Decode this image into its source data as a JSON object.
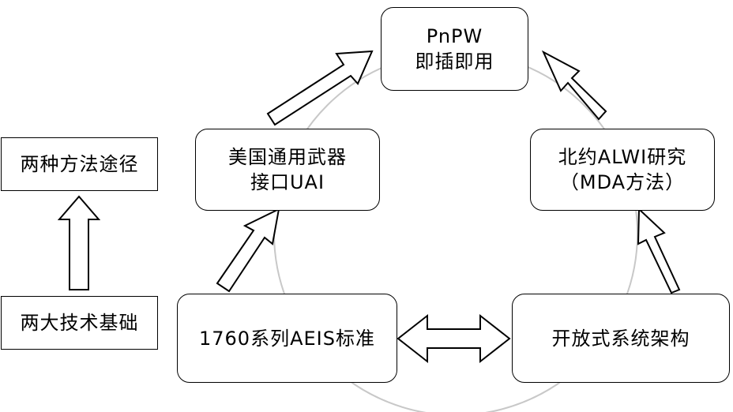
{
  "diagram": {
    "nodes": {
      "pnpw": {
        "line1": "PnPW",
        "line2": "即插即用"
      },
      "uai": {
        "line1": "美国通用武器",
        "line2": "接口UAI"
      },
      "alwi": {
        "line1": "北约ALWI研究",
        "line2": "（MDA方法）"
      },
      "aeis": {
        "label": "1760系列AEIS标准"
      },
      "open_arch": {
        "label": "开放式系统架构"
      },
      "two_methods": {
        "label": "两种方法途径"
      },
      "two_foundations": {
        "label": "两大技术基础"
      }
    },
    "colors": {
      "stroke": "#000000",
      "fill": "#ffffff",
      "circle": "#c8c8c8"
    }
  }
}
